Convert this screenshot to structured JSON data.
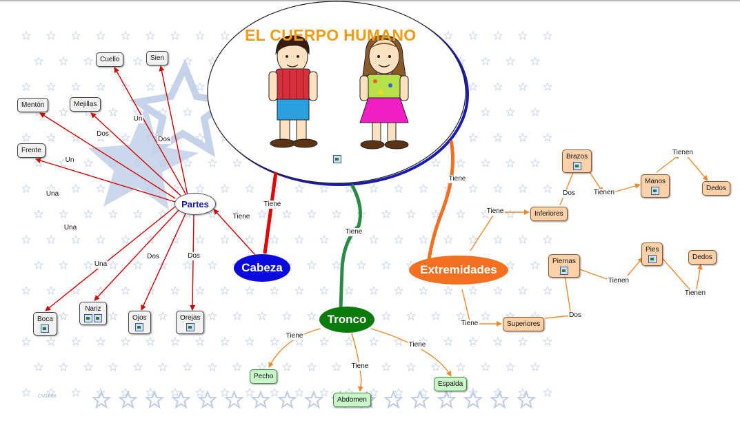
{
  "title": "EL CUERPO HUMANO",
  "stamp": "CM2008",
  "colors": {
    "title": "#f39c12",
    "cabeza": "#0a0adf",
    "tronco": "#0a7a0a",
    "extremidades": "#f37021",
    "red_link": "#d40000",
    "orange_link": "#f08a2a"
  },
  "concepts": {
    "partes": "Partes",
    "cabeza": "Cabeza",
    "tronco": "Tronco",
    "extremidades": "Extremidades",
    "cuello": "Cuello",
    "sien": "Sien",
    "menton": "Mentón",
    "mejillas": "Mejillas",
    "frente": "Frente",
    "boca": "Boca",
    "nariz": "Nariz",
    "ojos": "Ojos",
    "orejas": "Orejas",
    "pecho": "Pecho",
    "abdomen": "Abdomen",
    "espalda": "Espalda",
    "inferiores": "Inferiores",
    "superiores": "Superiores",
    "brazos": "Brazos",
    "manos": "Manos",
    "dedos_manos": "Dedos",
    "piernas": "Piernas",
    "pies": "Pies",
    "dedos_pies": "Dedos"
  },
  "links": {
    "partes_cuello": "Un",
    "partes_sien": "Dos",
    "partes_menton": "Un",
    "partes_mejillas": "Dos",
    "partes_frente": "Una",
    "partes_boca": "Una",
    "partes_nariz": "Una",
    "partes_ojos": "Dos",
    "partes_orejas": "Dos",
    "cabeza_partes": "Tiene",
    "main_cabeza": "Tiene",
    "main_tronco": "Tiene",
    "main_extremidades": "Tiene",
    "tronco_pecho": "Tiene",
    "tronco_abdomen": "Tiene",
    "tronco_espalda": "Tiene",
    "ext_inferiores": "Tiene",
    "ext_superiores": "Tiene",
    "inferiores_brazos": "Dos",
    "brazos_manos": "Tienen",
    "manos_dedos": "Tienen",
    "superiores_piernas": "Dos",
    "piernas_pies": "Tienen",
    "pies_dedos": "Tienen"
  },
  "icons": [
    "image-icon",
    "star-icon",
    "star-outline-icon"
  ]
}
